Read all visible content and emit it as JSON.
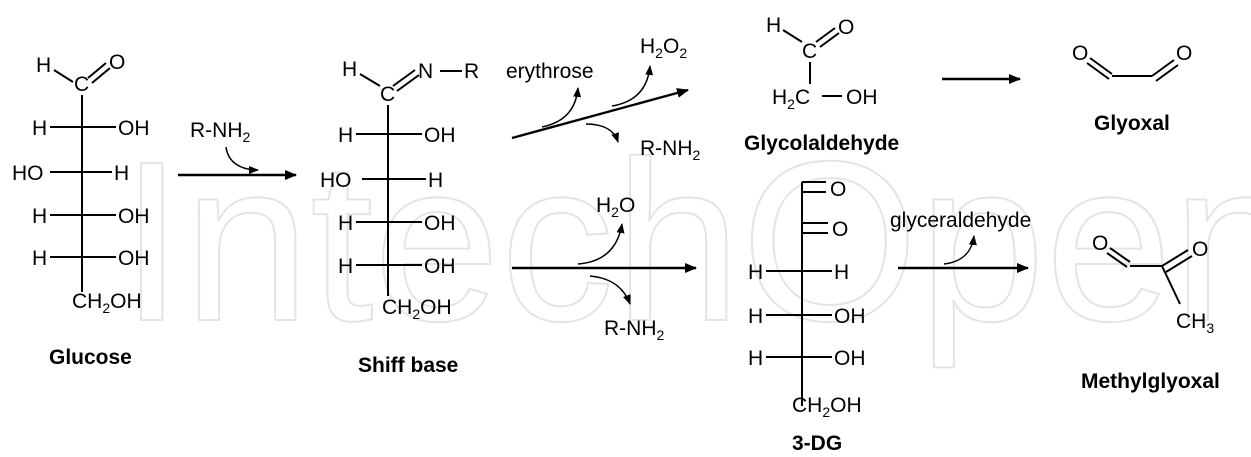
{
  "watermark": "IntechOpen",
  "compounds": {
    "glucose": {
      "name": "Glucose",
      "atoms": {
        "c1_h": "H",
        "c1_o": "O",
        "c1_c": "C",
        "r2_l": "H",
        "r2_r": "OH",
        "r3_l": "HO",
        "r3_r": "H",
        "r4_l": "H",
        "r4_r": "OH",
        "r5_l": "H",
        "r5_r": "OH",
        "c6_ch": "CH",
        "c6_sub": "2",
        "c6_oh": "OH"
      }
    },
    "shiff_base": {
      "name": "Shiff base",
      "atoms": {
        "c1_h": "H",
        "c1_c": "C",
        "c1_n": "N",
        "c1_r": "R",
        "r2_l": "H",
        "r2_r": "OH",
        "r3_l": "HO",
        "r3_r": "H",
        "r4_l": "H",
        "r4_r": "OH",
        "r5_l": "H",
        "r5_r": "OH",
        "c6_ch": "CH",
        "c6_sub": "2",
        "c6_oh": "OH"
      }
    },
    "glycolaldehyde": {
      "name": "Glycolaldehyde",
      "atoms": {
        "h": "H",
        "c": "C",
        "o": "O",
        "h2c_h": "H",
        "h2c_sub": "2",
        "h2c_c": "C",
        "oh": "OH"
      }
    },
    "glyoxal": {
      "name": "Glyoxal",
      "atoms": {
        "o1": "O",
        "o2": "O"
      }
    },
    "dg3": {
      "name": "3-DG",
      "atoms": {
        "o1": "O",
        "o2": "O",
        "r3_l": "H",
        "r3_r": "H",
        "r4_l": "H",
        "r4_r": "OH",
        "r5_l": "H",
        "r5_r": "OH",
        "c6_ch": "CH",
        "c6_sub": "2",
        "c6_oh": "OH"
      }
    },
    "methylglyoxal": {
      "name": "Methylglyoxal",
      "atoms": {
        "o1": "O",
        "o2": "O",
        "ch": "CH",
        "ch_sub": "3"
      }
    }
  },
  "reagents": {
    "rnh2_in": {
      "r": "R-NH",
      "sub": "2"
    },
    "erythrose": "erythrose",
    "h2o2": {
      "h": "H",
      "sub": "2",
      "o": "O",
      "sub2": "2"
    },
    "rnh2_out_top": {
      "r": "R-NH",
      "sub": "2"
    },
    "h2o": {
      "h": "H",
      "sub": "2",
      "o": "O"
    },
    "rnh2_out_bottom": {
      "r": "R-NH",
      "sub": "2"
    },
    "glyceraldehyde": "glyceraldehyde"
  }
}
